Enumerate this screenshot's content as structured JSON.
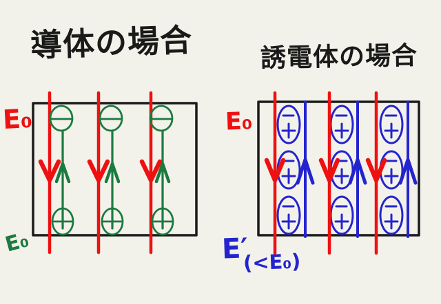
{
  "colors": {
    "background": "#f3f2ea",
    "ink": "#1a1a1a",
    "red": "#ee1111",
    "green": "#1b7a40",
    "blue": "#2424cf"
  },
  "left_panel": {
    "title": "導体の場合",
    "external_field_label": "E₀",
    "induced_field_label": "E₀",
    "external_field_line_count": 3,
    "induced_field_line_count": 3,
    "top_charge_sign": "−",
    "bottom_charge_sign": "+"
  },
  "right_panel": {
    "title": "誘電体の場合",
    "external_field_label": "E₀",
    "internal_field_label": "E′",
    "internal_field_note": "(<E₀)",
    "external_field_line_count": 3,
    "internal_field_line_count": 3,
    "molecule_rows": 3,
    "molecule_columns": 3,
    "molecule_top_sign": "−",
    "molecule_bottom_sign": "+"
  }
}
